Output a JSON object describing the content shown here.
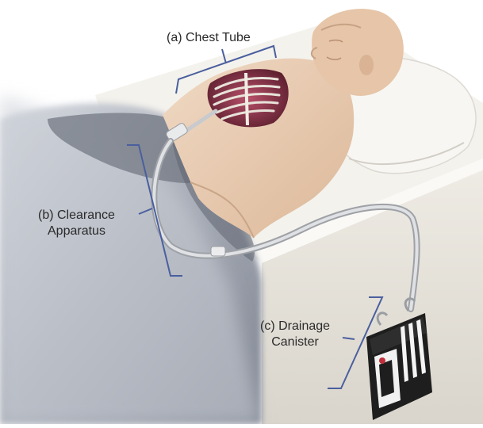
{
  "labels": {
    "chest_tube": "(a) Chest Tube",
    "clearance_line1": "(b) Clearance",
    "clearance_line2": "Apparatus",
    "canister_line1": "(c) Drainage",
    "canister_line2": "Canister"
  },
  "colors": {
    "bracket": "#4a5f9e",
    "skin": "#e9cdb4",
    "sheet": "#9ea3ad",
    "bed_top": "#f3f1ec",
    "bed_side": "#e3e0d8",
    "tube": "#b9bcc0",
    "canister": "#1e1e1e",
    "ribs_tissue": "#8a2f45"
  }
}
